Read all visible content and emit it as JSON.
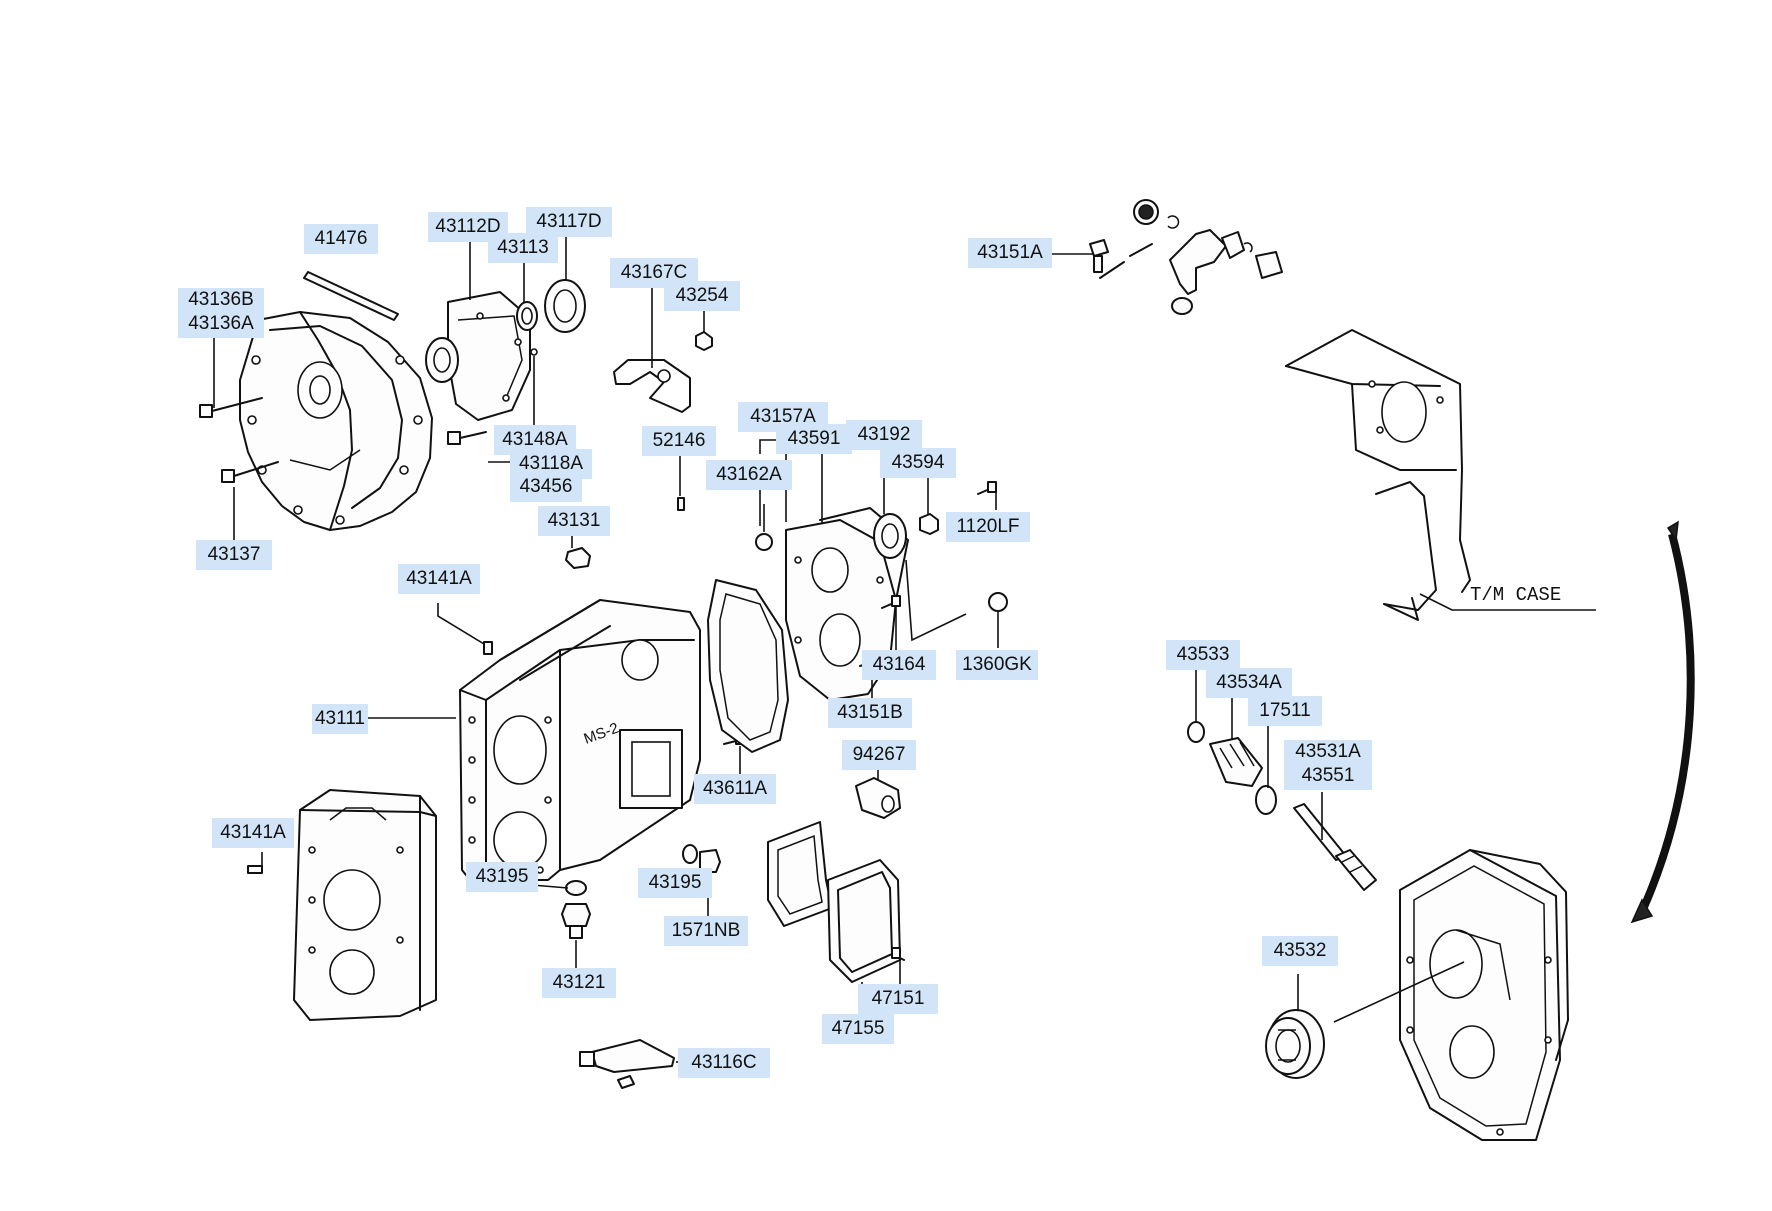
{
  "callouts": {
    "c41476": "41476",
    "c43112D": "43112D",
    "c43113": "43113",
    "c43117D": "43117D",
    "c43136B": "43136B",
    "c43136A": "43136A",
    "c43167C": "43167C",
    "c43254": "43254",
    "c43148A": "43148A",
    "c43118A": "43118A",
    "c43456": "43456",
    "c52146": "52146",
    "c43137": "43137",
    "c43131": "43131",
    "c43141A_top": "43141A",
    "c43157A": "43157A",
    "c43591": "43591",
    "c43192": "43192",
    "c43594": "43594",
    "c43162A": "43162A",
    "c1120LF": "1120LF",
    "c43111": "43111",
    "c43164": "43164",
    "c1360GK": "1360GK",
    "c43151B": "43151B",
    "c94267": "94267",
    "c43611A": "43611A",
    "c43141A_left": "43141A",
    "c43195_left": "43195",
    "c43195_mid": "43195",
    "c1571NB": "1571NB",
    "c43121": "43121",
    "c47151": "47151",
    "c47155": "47155",
    "c43116C": "43116C",
    "c43151A": "43151A",
    "c43533": "43533",
    "c43534A": "43534A",
    "c17511": "17511",
    "c43531A": "43531A",
    "c43551": "43551",
    "c43532": "43532"
  },
  "labels": {
    "tm_case": "T/M CASE",
    "case_marking": "MS-2"
  },
  "colors": {
    "callout_bg": "#d2e5f8",
    "line": "#111111"
  }
}
